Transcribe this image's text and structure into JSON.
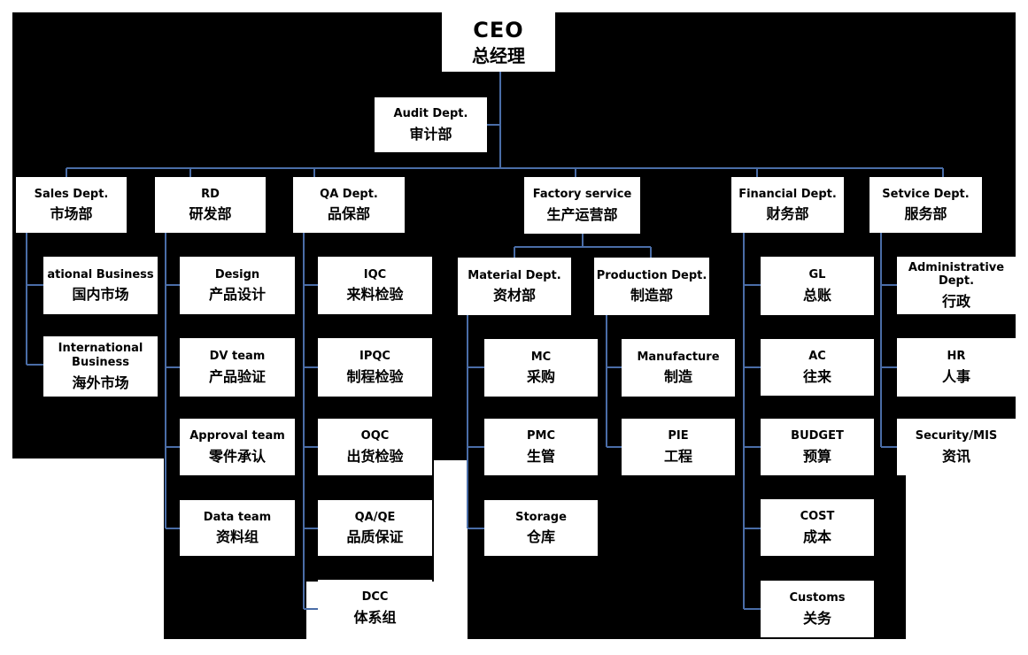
{
  "diagram": {
    "type": "org-chart",
    "languages": [
      "en",
      "zh"
    ],
    "colors": {
      "canvas_bg": "#000000",
      "box_bg": "#ffffff",
      "text": "#000000",
      "connector": "#4a6da7"
    }
  },
  "nodes": {
    "ceo": {
      "en": "CEO",
      "zh": "总经理",
      "parent": null
    },
    "audit": {
      "en": "Audit Dept.",
      "zh": "审计部",
      "parent": "ceo"
    },
    "sales": {
      "en": "Sales Dept.",
      "zh": "市场部",
      "parent": "ceo"
    },
    "rd": {
      "en": "RD",
      "zh": "研发部",
      "parent": "ceo"
    },
    "qa": {
      "en": "QA Dept.",
      "zh": "品保部",
      "parent": "ceo"
    },
    "factory": {
      "en": "Factory service",
      "zh": "生产运营部",
      "parent": "ceo"
    },
    "financial": {
      "en": "Financial Dept.",
      "zh": "财务部",
      "parent": "ceo"
    },
    "service": {
      "en": "Setvice Dept.",
      "zh": "服务部",
      "parent": "ceo"
    },
    "national": {
      "en": "ational Business",
      "zh": "国内市场",
      "parent": "sales"
    },
    "international": {
      "en": "International Business",
      "zh": "海外市场",
      "parent": "sales"
    },
    "design": {
      "en": "Design",
      "zh": "产品设计",
      "parent": "rd"
    },
    "dv": {
      "en": "DV team",
      "zh": "产品验证",
      "parent": "rd"
    },
    "approval": {
      "en": "Approval team",
      "zh": "零件承认",
      "parent": "rd"
    },
    "data_team": {
      "en": "Data team",
      "zh": "资料组",
      "parent": "rd"
    },
    "iqc": {
      "en": "IQC",
      "zh": "来料检验",
      "parent": "qa"
    },
    "ipqc": {
      "en": "IPQC",
      "zh": "制程检验",
      "parent": "qa"
    },
    "oqc": {
      "en": "OQC",
      "zh": "出货检验",
      "parent": "qa"
    },
    "qaqe": {
      "en": "QA/QE",
      "zh": "品质保证",
      "parent": "qa"
    },
    "dcc": {
      "en": "DCC",
      "zh": "体系组",
      "parent": "qa"
    },
    "material": {
      "en": "Material Dept.",
      "zh": "资材部",
      "parent": "factory"
    },
    "production": {
      "en": "Production Dept.",
      "zh": "制造部",
      "parent": "factory"
    },
    "mc": {
      "en": "MC",
      "zh": "采购",
      "parent": "material"
    },
    "pmc": {
      "en": "PMC",
      "zh": "生管",
      "parent": "material"
    },
    "storage": {
      "en": "Storage",
      "zh": "仓库",
      "parent": "material"
    },
    "manufacture": {
      "en": "Manufacture",
      "zh": "制造",
      "parent": "production"
    },
    "pie": {
      "en": "PIE",
      "zh": "工程",
      "parent": "production"
    },
    "gl": {
      "en": "GL",
      "zh": "总账",
      "parent": "financial"
    },
    "ac": {
      "en": "AC",
      "zh": "往来",
      "parent": "financial"
    },
    "budget": {
      "en": "BUDGET",
      "zh": "预算",
      "parent": "financial"
    },
    "cost": {
      "en": "COST",
      "zh": "成本",
      "parent": "financial"
    },
    "customs": {
      "en": "Customs",
      "zh": "关务",
      "parent": "financial"
    },
    "admin": {
      "en": "Administrative Dept.",
      "zh": "行政",
      "parent": "service"
    },
    "hr": {
      "en": "HR",
      "zh": "人事",
      "parent": "service"
    },
    "security": {
      "en": "Security/MIS",
      "zh": "资讯",
      "parent": "service"
    }
  }
}
